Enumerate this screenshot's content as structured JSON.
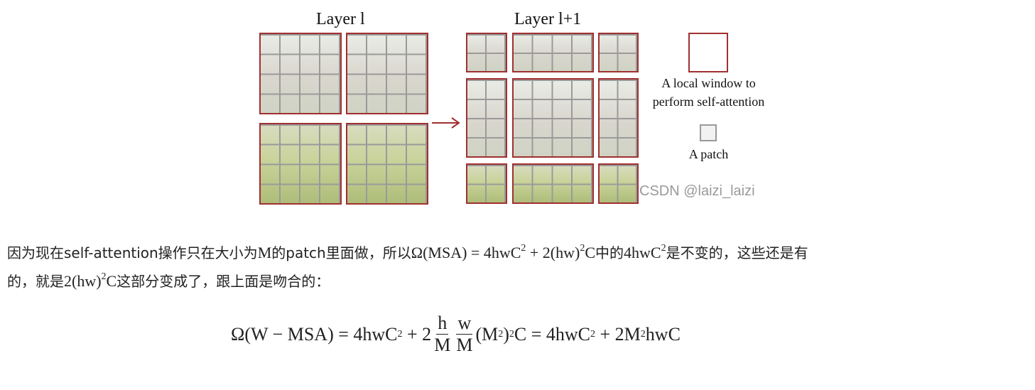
{
  "figure": {
    "left_label": "Layer l",
    "right_label": "Layer l+1",
    "legend_window_label_line1": "A local window to",
    "legend_window_label_line2": "perform self-attention",
    "legend_patch_label": "A patch",
    "watermark": "CSDN @laizi_laizi",
    "colors": {
      "window_border": "#a03030",
      "grid_line": "#9a9a9a",
      "arrow": "#a03030"
    }
  },
  "paragraph": {
    "line1_a": "因为现在self-attention操作只在大小为",
    "line1_M": "M",
    "line1_b": "的patch里面做，所以",
    "line1_formula_a": "Ω(MSA) = 4hwC",
    "line1_formula_sup1": "2",
    "line1_formula_b": " + 2(hw)",
    "line1_formula_sup2": "2",
    "line1_formula_c": "C",
    "line1_c": "中的",
    "line1_term": "4hwC",
    "line1_term_sup": "2",
    "line1_d": "是不变的，这些还是有",
    "line2_a": "的，就是",
    "line2_term": "2(hw)",
    "line2_term_sup": "2",
    "line2_term_c": "C",
    "line2_b": "这部分变成了，跟上面是吻合的："
  },
  "formula": {
    "lhs": "Ω(W − MSA) = 4hwC",
    "sup1": "2",
    "plus2": " + 2",
    "frac1_num": "h",
    "frac1_den": "M",
    "frac2_num": "w",
    "frac2_den": "M",
    "mid": "(M",
    "sup_m": "2",
    "mid2": ")",
    "sup3": "2",
    "eq2": "C = 4hwC",
    "sup4": "2",
    "tail": " + 2M",
    "sup5": "2",
    "tail2": "hwC"
  }
}
